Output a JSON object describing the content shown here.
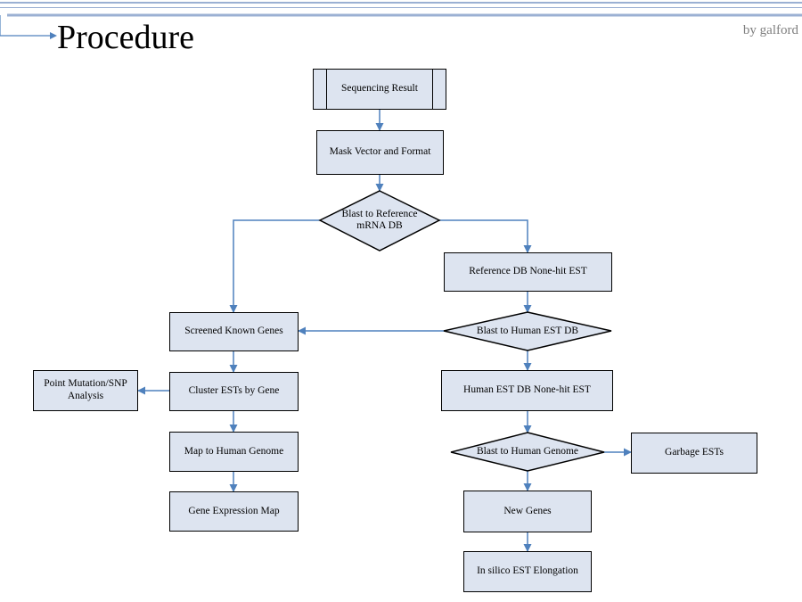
{
  "header": {
    "title": "Procedure",
    "byline": "by galford"
  },
  "nodes": {
    "sequencing_result": "Sequencing Result",
    "mask_vector": "Mask Vector and Format",
    "blast_reference": [
      "Blast to Reference",
      "mRNA DB"
    ],
    "reference_none_hit": "Reference DB None-hit EST",
    "screened_known": "Screened Known Genes",
    "blast_human_est": "Blast to Human EST DB",
    "point_mutation": [
      "Point Mutation/SNP",
      "Analysis"
    ],
    "cluster_ests": "Cluster ESTs by Gene",
    "human_est_none_hit": "Human EST DB None-hit EST",
    "map_genome": "Map to Human Genome",
    "blast_genome": "Blast to Human Genome",
    "garbage_ests": "Garbage ESTs",
    "gene_expression": "Gene Expression Map",
    "new_genes": "New Genes",
    "in_silico": "In silico EST Elongation"
  },
  "colors": {
    "box_fill": "#dde4f0",
    "arrow": "#4f81bd",
    "header_line": "#9bb0d3",
    "byline": "#7f7f7f"
  }
}
